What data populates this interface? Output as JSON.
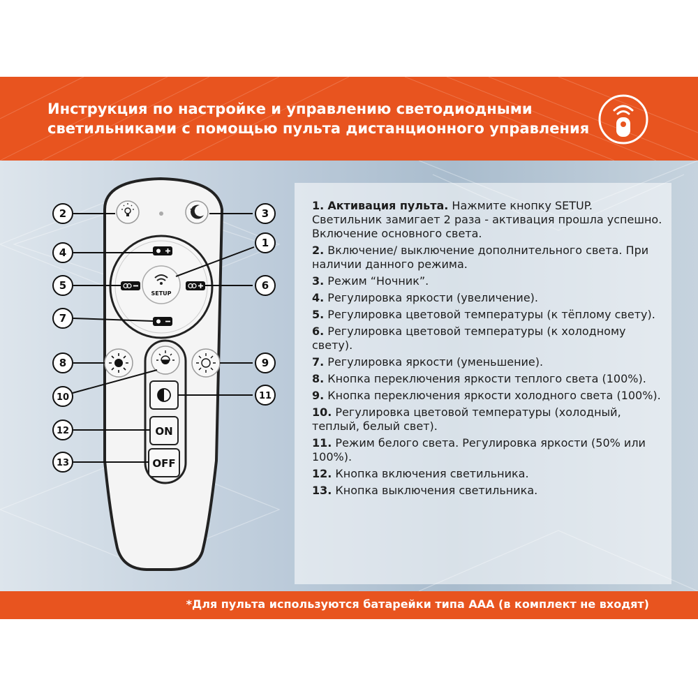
{
  "header": {
    "title_line1": "Инструкция по настройке и управлению светодиодными",
    "title_line2": "светильниками с помощью пульта дистанционного управления",
    "icon": "remote-control-icon"
  },
  "remote": {
    "buttons": {
      "setup": "SETUP",
      "on": "ON",
      "off": "OFF"
    },
    "callouts": [
      "1",
      "2",
      "3",
      "4",
      "5",
      "6",
      "7",
      "8",
      "9",
      "10",
      "11",
      "12",
      "13"
    ]
  },
  "instructions": [
    {
      "num": "1.",
      "head": "Активация пульта.",
      "text": " Нажмите кнопку SETUP. Светильник замигает 2 раза - активация прошла успешно. Включение основного света."
    },
    {
      "num": "2.",
      "text": " Включение/ выключение дополнительного света. При наличии данного режима."
    },
    {
      "num": "3.",
      "text": " Режим “Ночник”."
    },
    {
      "num": "4.",
      "text": " Регулировка яркости (увеличение)."
    },
    {
      "num": "5.",
      "text": " Регулировка цветовой температуры (к тёплому свету)."
    },
    {
      "num": "6.",
      "text": " Регулировка цветовой температуры (к холодному свету)."
    },
    {
      "num": "7.",
      "text": " Регулировка яркости (уменьшение)."
    },
    {
      "num": "8.",
      "text": " Кнопка переключения яркости теплого света (100%)."
    },
    {
      "num": "9.",
      "text": " Кнопка переключения яркости холодного света (100%)."
    },
    {
      "num": "10.",
      "text": " Регулировка цветовой температуры (холодный, теплый, белый свет)."
    },
    {
      "num": "11.",
      "text": " Режим белого света. Регулировка яркости (50% или 100%)."
    },
    {
      "num": "12.",
      "text": " Кнопка включения светильника."
    },
    {
      "num": "13.",
      "text": " Кнопка выключения светильника."
    }
  ],
  "footer": {
    "note": "*Для пульта используются батарейки типа ААА (в комплект не входят)"
  },
  "colors": {
    "accent": "#e8541f",
    "text": "#1d1d1d"
  }
}
